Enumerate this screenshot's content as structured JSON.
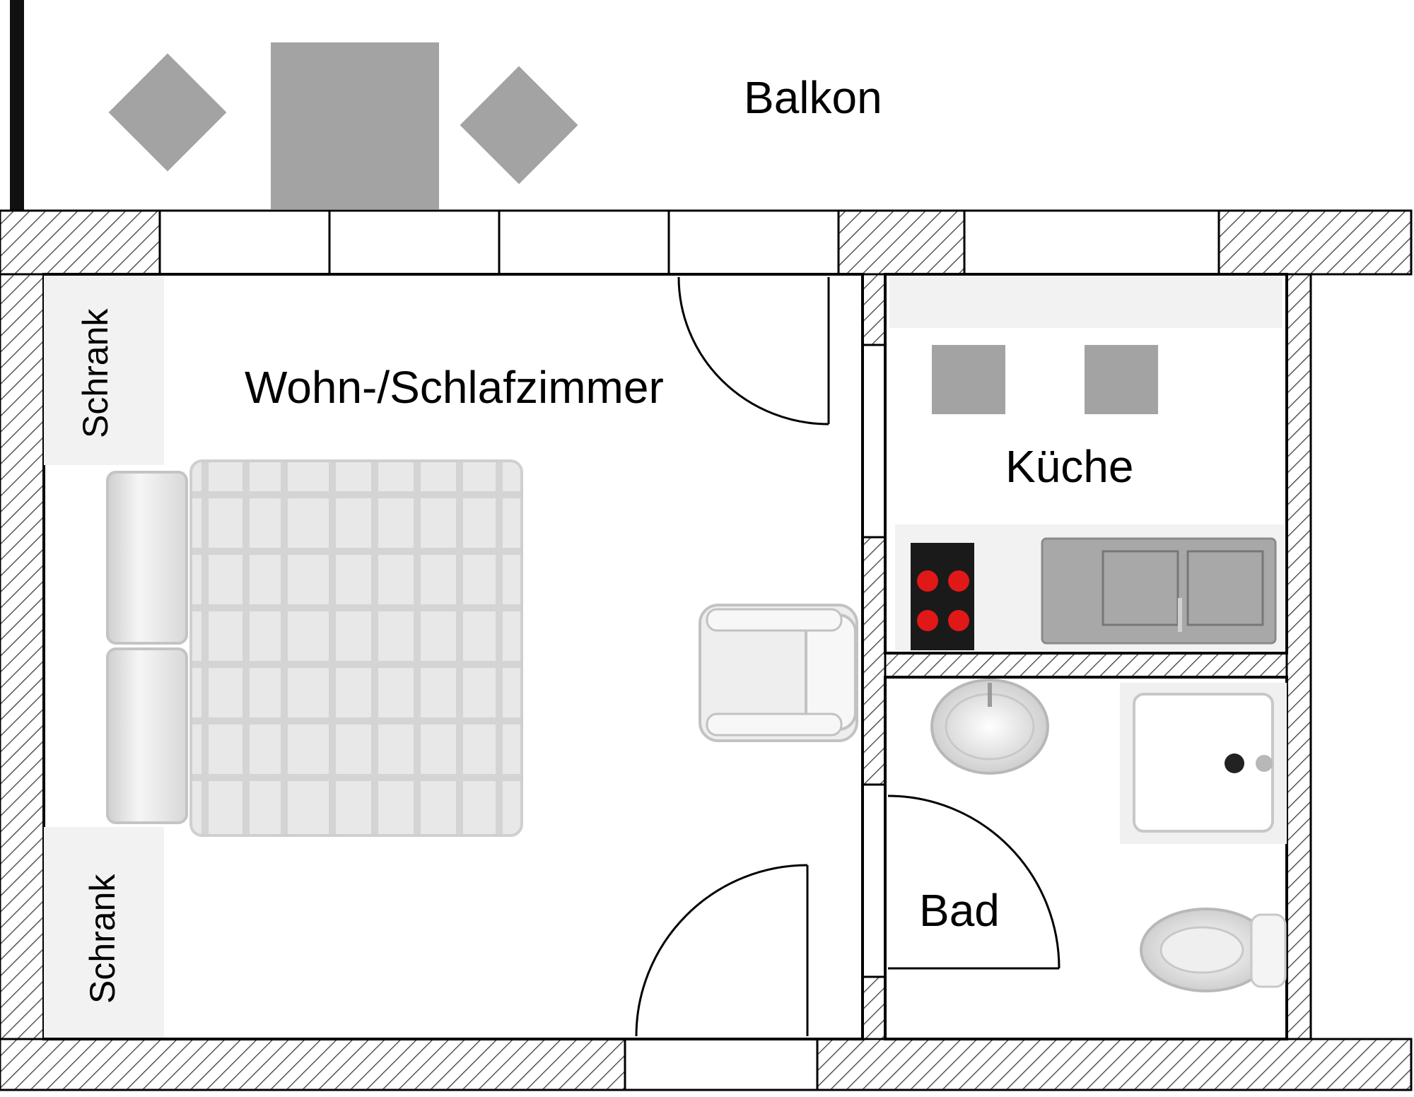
{
  "labels": {
    "balcony": "Balkon",
    "living_bedroom": "Wohn-/Schlafzimmer",
    "kitchen": "Küche",
    "bathroom": "Bad",
    "wardrobe_top": "Schrank",
    "wardrobe_bottom": "Schrank"
  },
  "colors": {
    "wall_hatch": "#555555",
    "furniture_gray": "#a3a3a3",
    "bed_light": "#e6e6e6",
    "hob_black": "#1a1a1a",
    "hob_red": "#e01818",
    "line": "#000000"
  }
}
